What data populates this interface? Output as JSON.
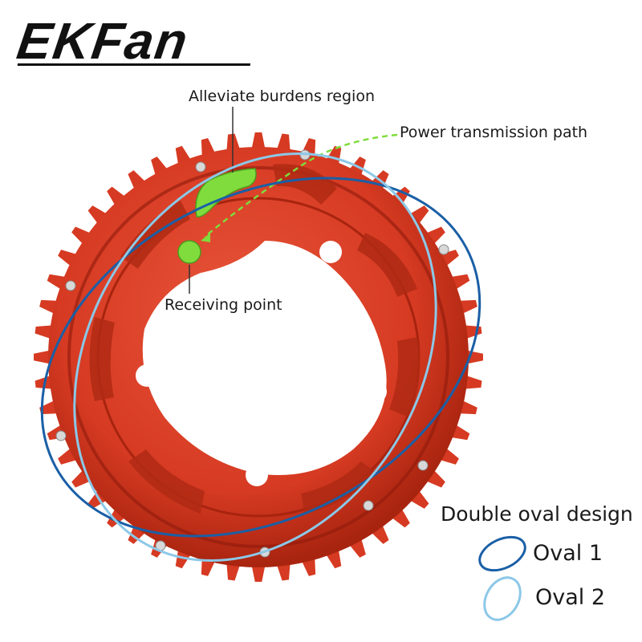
{
  "brand": {
    "name": "EKFan"
  },
  "callouts": {
    "alleviate": "Alleviate burdens region",
    "power": "Power transmission path",
    "receiving": "Receiving point"
  },
  "legend": {
    "title": "Double oval design",
    "items": [
      {
        "label": "Oval 1",
        "color": "#1a5fa6"
      },
      {
        "label": "Oval 2",
        "color": "#8cc8e8"
      }
    ]
  },
  "colors": {
    "chainring": "#d63a22",
    "chainring_dark": "#8f1a0c",
    "highlight": "#7fdc3c",
    "bolt": "#cfcfcf"
  }
}
